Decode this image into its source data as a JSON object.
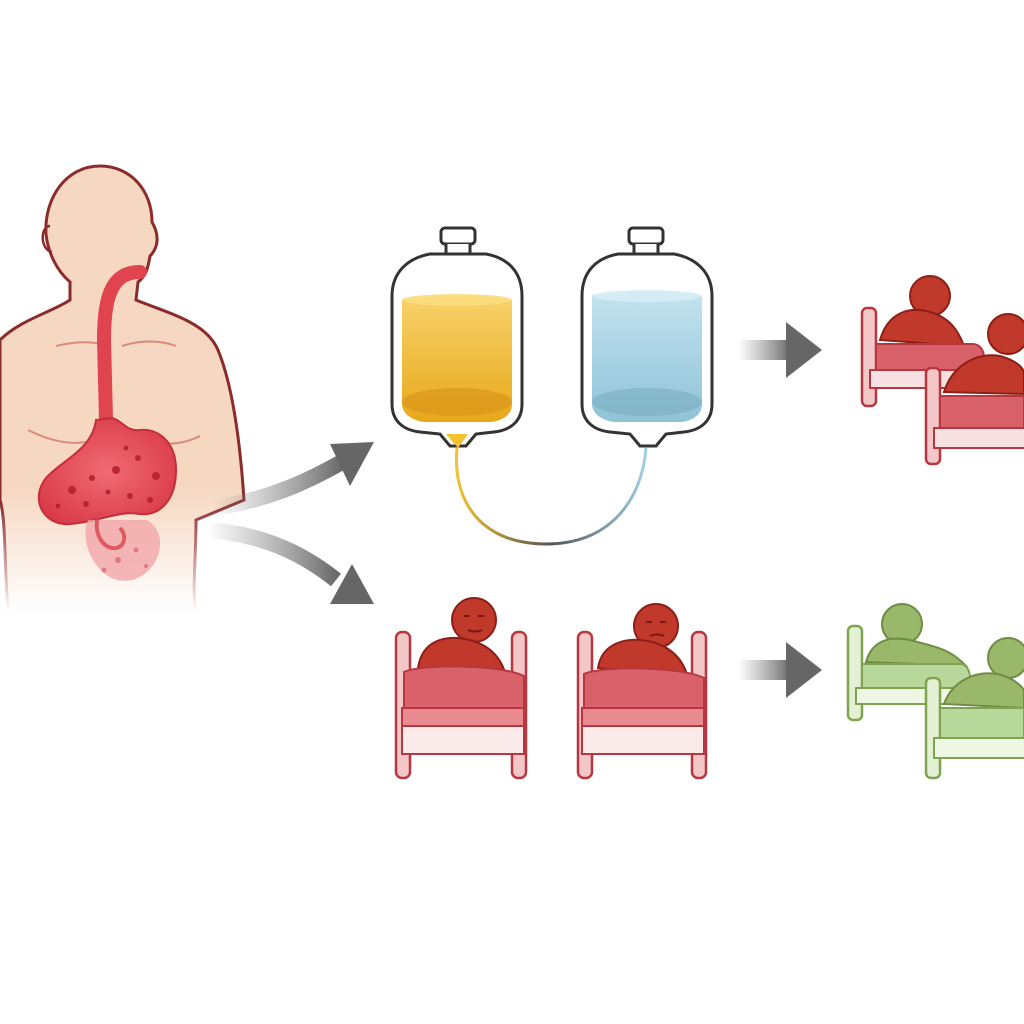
{
  "colors": {
    "background": "#ffffff",
    "skin": "#f6d7c1",
    "skin_outline": "#8b2b2b",
    "digestive": "#e0444f",
    "bag_yellow": "#f0b82a",
    "bag_blue": "#a9d6e5",
    "arrow": "#707070",
    "patient_unwell": "#c0392b",
    "bed_unwell": "#d9616a",
    "patient_well": "#9ab86a",
    "bed_well": "#a9d18e"
  },
  "icons": {
    "body": "human-torso-digestive-icon",
    "bag_left": "iv-bag-yellow-icon",
    "bag_right": "iv-bag-blue-icon",
    "patients": "patient-in-bed-icon",
    "arrows": "arrow-right-icon"
  },
  "groups": {
    "top_row": [
      "iv-bag-yellow",
      "iv-bag-blue",
      "patients-unwell"
    ],
    "bottom_row": [
      "patient-unwell",
      "patient-unwell",
      "patients-recovered"
    ]
  }
}
